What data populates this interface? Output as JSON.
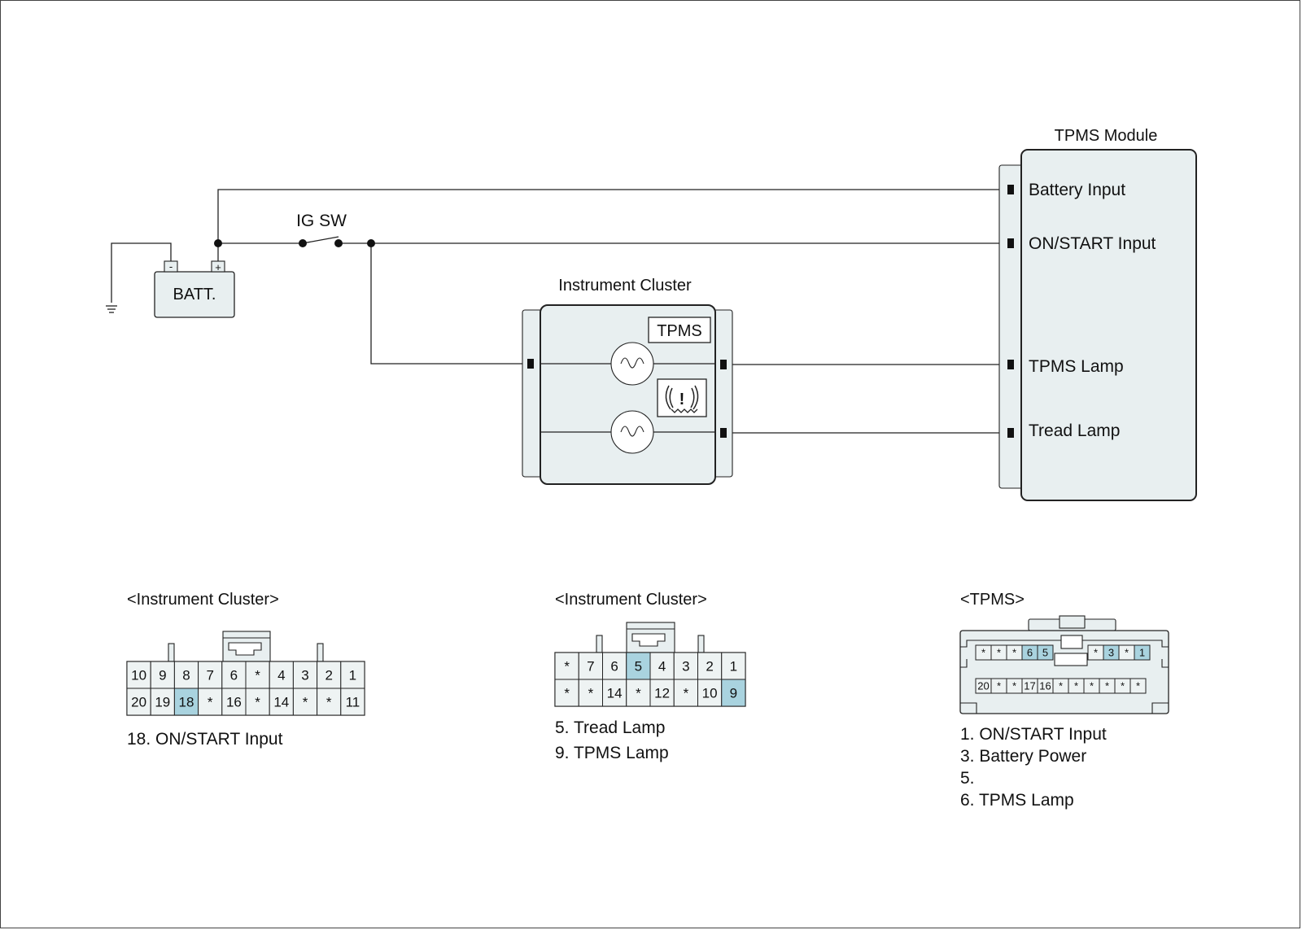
{
  "wiring": {
    "batt_label": "BATT.",
    "batt_minus": "-",
    "batt_plus": "+",
    "igsw_label": "IG SW",
    "cluster_title": "Instrument Cluster",
    "cluster_tpms_badge": "TPMS",
    "cluster_warning_glyph": "!",
    "module_title": "TPMS Module",
    "module_pins": [
      "Battery Input",
      "ON/START Input",
      "TPMS Lamp",
      "Tread Lamp"
    ]
  },
  "connectors": {
    "cluster_a": {
      "title": "<Instrument Cluster>",
      "top_row": [
        "10",
        "9",
        "8",
        "7",
        "6",
        "*",
        "4",
        "3",
        "2",
        "1"
      ],
      "bottom_row": [
        "20",
        "19",
        "18",
        "*",
        "16",
        "*",
        "14",
        "*",
        "*",
        "11"
      ],
      "highlighted": [
        "18"
      ],
      "legend": [
        "18. ON/START Input"
      ]
    },
    "cluster_b": {
      "title": "<Instrument Cluster>",
      "top_row": [
        "*",
        "7",
        "6",
        "5",
        "4",
        "3",
        "2",
        "1"
      ],
      "bottom_row": [
        "*",
        "*",
        "14",
        "*",
        "12",
        "*",
        "10",
        "9"
      ],
      "highlighted": [
        "5",
        "9"
      ],
      "legend": [
        "5. Tread Lamp",
        "9. TPMS Lamp"
      ]
    },
    "tpms": {
      "title": "<TPMS>",
      "top_row_left": [
        "*",
        "*",
        "*",
        "6",
        "5"
      ],
      "top_row_right": [
        "*",
        "3",
        "*",
        "1"
      ],
      "bottom_row": [
        "20",
        "*",
        "*",
        "17",
        "16",
        "*",
        "*",
        "*",
        "*",
        "*",
        "*"
      ],
      "highlighted": [
        "6",
        "5",
        "3",
        "1"
      ],
      "legend": [
        "1. ON/START Input",
        "3. Battery Power",
        "5.",
        "6. TPMS Lamp"
      ]
    }
  },
  "colors": {
    "highlight": "#a9d3df",
    "panel_fill": "#e8eff0",
    "line": "#222222"
  }
}
